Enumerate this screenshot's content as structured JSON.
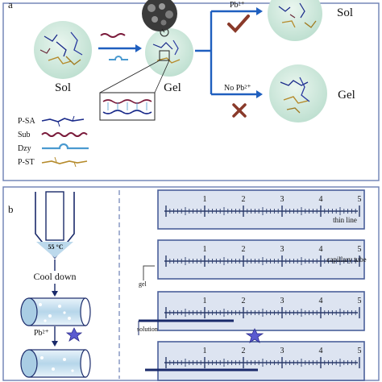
{
  "panel_a": {
    "label": "a",
    "sol_label": "Sol",
    "gel_label": "Gel",
    "result_top_condition": "Pb²⁺",
    "result_top_state": "Sol",
    "result_bottom_condition": "No Pb²⁺",
    "result_bottom_state": "Gel",
    "legend": [
      "P-SA",
      "Sub",
      "Dzy",
      "P-ST"
    ]
  },
  "panel_b": {
    "label": "b",
    "temperature": "55 °C",
    "cool_down": "Cool down",
    "pb_label": "Pb²⁺",
    "gel_label": "gel",
    "solution_label": "solution",
    "thin_line_label": "thin line",
    "capillary_label": "capillary tube",
    "ruler_numbers": [
      "1",
      "2",
      "3",
      "4",
      "5"
    ]
  },
  "colors": {
    "frame": "#6b7fb3",
    "sphere": "#cfe8dc",
    "arrow_blue": "#1f5fbf",
    "check": "#8a3a2a",
    "cross": "#8a3a2a",
    "ruler_fill": "#dde4f1",
    "ruler_border": "#4a5f9a",
    "tube_fill": "#bcd9ec"
  }
}
